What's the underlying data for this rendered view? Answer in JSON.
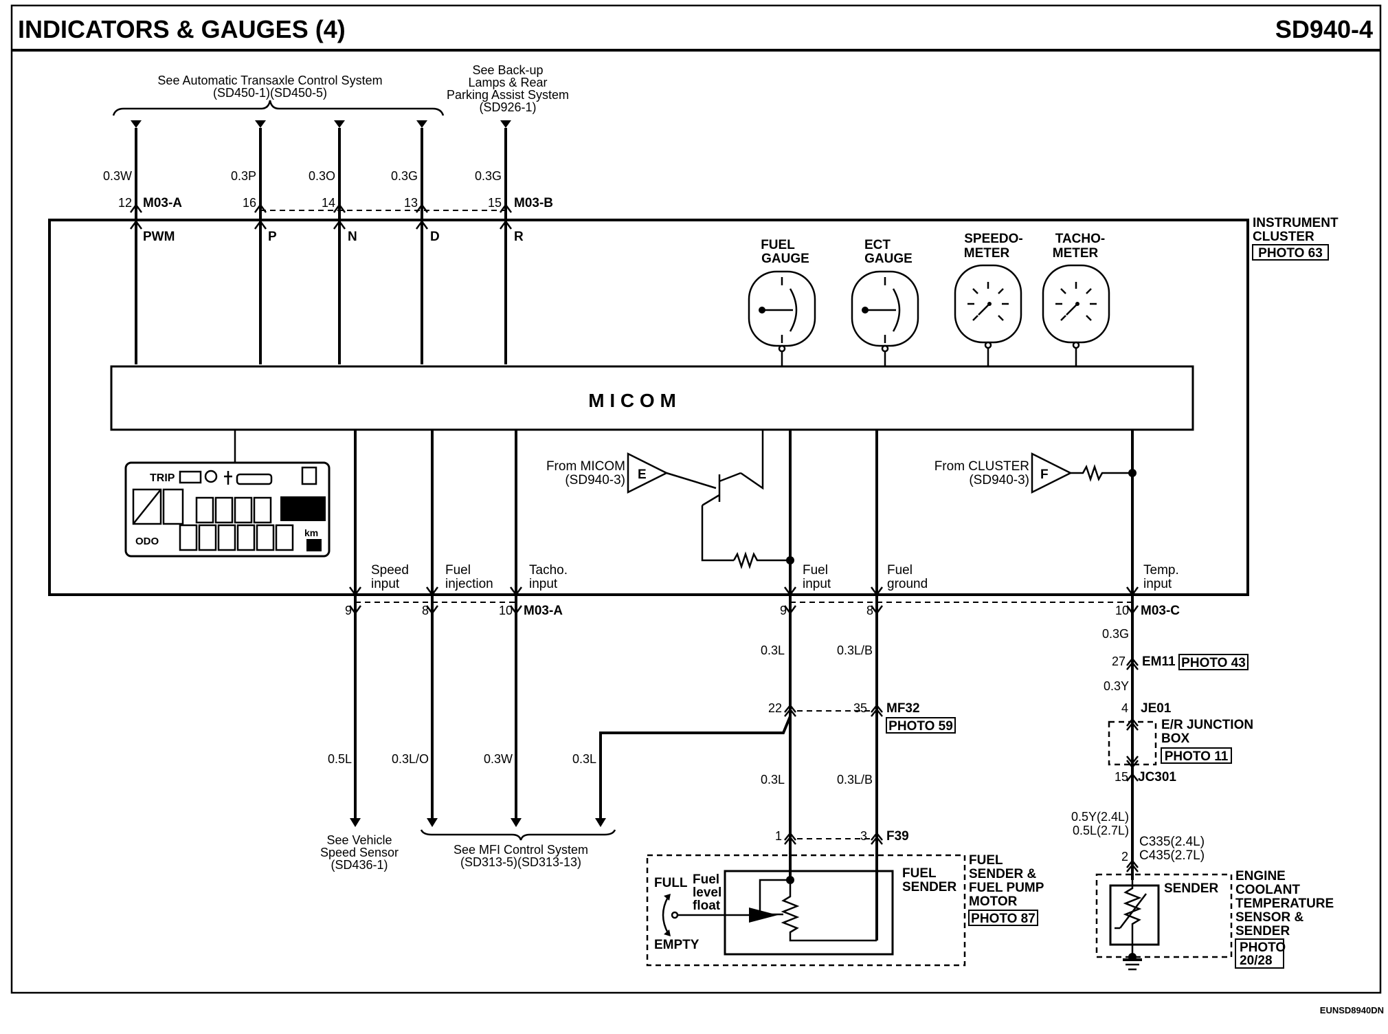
{
  "header": {
    "title": "INDICATORS & GAUGES (4)",
    "page_id": "SD940-4"
  },
  "footer": {
    "code": "EUNSD8940DN"
  },
  "refs": {
    "ats_line1": "See Automatic Transaxle Control System",
    "ats_line2": "(SD450-1)(SD450-5)",
    "backup": [
      "See Back-up",
      "Lamps & Rear",
      "Parking Assist System",
      "(SD926-1)"
    ],
    "vss": [
      "See Vehicle",
      "Speed Sensor",
      "(SD436-1)"
    ],
    "mfi_line1": "See MFI Control System",
    "mfi_line2": "(SD313-5)(SD313-13)"
  },
  "top_wires": [
    {
      "color": "0.3W",
      "pin": "12",
      "signal": "PWM"
    },
    {
      "color": "0.3P",
      "pin": "16",
      "signal": "P"
    },
    {
      "color": "0.3O",
      "pin": "14",
      "signal": "N"
    },
    {
      "color": "0.3G",
      "pin": "13",
      "signal": "D"
    },
    {
      "color": "0.3G",
      "pin": "15",
      "signal": "R"
    }
  ],
  "connectors": {
    "m03a": "M03-A",
    "m03b": "M03-B",
    "m03c": "M03-C",
    "em11": "EM11",
    "je01": "JE01",
    "jc301": "JC301",
    "mf32": "MF32",
    "f39": "F39",
    "c335": "C335(2.4L)",
    "c435": "C435(2.7L)"
  },
  "cluster": {
    "label": [
      "INSTRUMENT",
      "CLUSTER"
    ],
    "photo": "PHOTO 63",
    "micom": "M I C O M",
    "gauges": [
      {
        "l1": "FUEL",
        "l2": "GAUGE"
      },
      {
        "l1": "ECT",
        "l2": "GAUGE"
      },
      {
        "l1": "SPEEDO-",
        "l2": "METER"
      },
      {
        "l1": "TACHO-",
        "l2": "METER"
      }
    ],
    "display": {
      "trip": "TRIP",
      "odo": "ODO",
      "unit": "km"
    }
  },
  "from_micom": {
    "text": "From MICOM",
    "ref": "(SD940-3)",
    "letter": "E"
  },
  "from_cluster": {
    "text": "From CLUSTER",
    "ref": "(SD940-3)",
    "letter": "F"
  },
  "bottom_signals": [
    {
      "l1": "Speed",
      "l2": "input",
      "pin": "9",
      "wire": "0.5L"
    },
    {
      "l1": "Fuel",
      "l2": "injection",
      "pin": "8",
      "wire": "0.3L/O"
    },
    {
      "l1": "Tacho.",
      "l2": "input",
      "pin": "10",
      "wire": "0.3W"
    },
    {
      "l1": "Fuel",
      "l2": "input",
      "pin": "9"
    },
    {
      "l1": "Fuel",
      "l2": "ground",
      "pin": "8"
    },
    {
      "l1": "Temp.",
      "l2": "input",
      "pin": "10"
    }
  ],
  "fuel_wires": {
    "w_03l": "0.3L",
    "w_03lb": "0.3L/B",
    "pin22": "22",
    "pin35": "35",
    "pin1": "1",
    "pin3": "3",
    "mfi_branch": "0.3L",
    "photo59": "PHOTO 59"
  },
  "temp_wires": {
    "w1": "0.3G",
    "pin27": "27",
    "photo43": "PHOTO 43",
    "w2": "0.3Y",
    "pin4": "4",
    "jb_label": [
      "E/R JUNCTION",
      "BOX"
    ],
    "photo11": "PHOTO 11",
    "pin15": "15",
    "w3a": "0.5Y(2.4L)",
    "w3b": "0.5L(2.7L)",
    "pin2": "2"
  },
  "fuel_sender": {
    "full": "FULL",
    "empty": "EMPTY",
    "float": [
      "Fuel",
      "level",
      "float"
    ],
    "sender": [
      "FUEL",
      "SENDER"
    ],
    "assy": [
      "FUEL",
      "SENDER &",
      "FUEL PUMP",
      "MOTOR"
    ],
    "photo": "PHOTO 87"
  },
  "ect_sender": {
    "sender": "SENDER",
    "assy": [
      "ENGINE",
      "COOLANT",
      "TEMPERATURE",
      "SENSOR &",
      "SENDER"
    ],
    "photo": [
      "PHOTO",
      "20/28"
    ]
  }
}
